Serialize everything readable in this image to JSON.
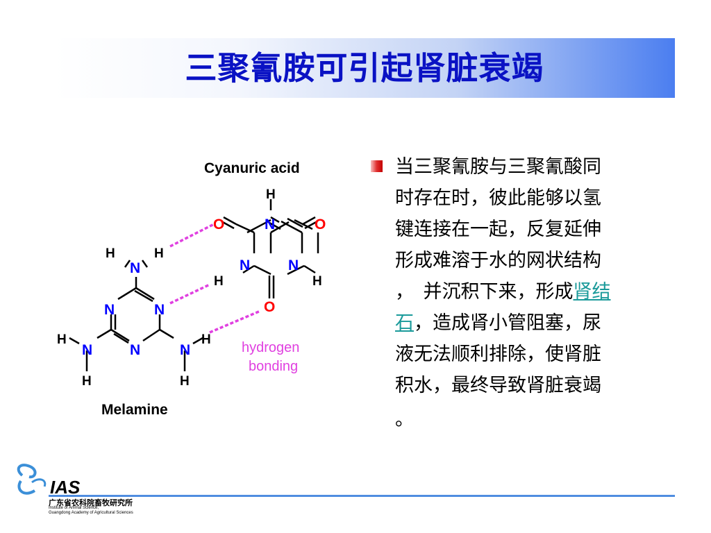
{
  "slide": {
    "title": "三聚氰胺可引起肾脏衰竭"
  },
  "diagram": {
    "top_label": "Cyanuric acid",
    "bottom_label": "Melamine",
    "bond_label_line1": "hydrogen",
    "bond_label_line2": "bonding",
    "atom_H": "H",
    "atom_N": "N",
    "atom_O": "O"
  },
  "bullet": {
    "lines": [
      "当三聚氰胺与三聚氰酸同",
      "时存在时，彼此能够以氢",
      "键连接在一起，反复延伸",
      "形成难溶于水的网状结构",
      "，　并沉积下来，形成"
    ],
    "link_part1": "肾结",
    "link_part2": "石",
    "line6_rest": "，造成肾小管阻塞，尿",
    "line7": "液无法顺利排除，使肾脏",
    "line8": "积水，最终导致肾脏衰竭",
    "line9": "。"
  },
  "logo": {
    "abbrev": "IAS",
    "name_cn": "广东省农科院畜牧研究所",
    "name_en1": "Institute of Animal Science,",
    "name_en2": "Guangdong Academy of Agricultural Sciences"
  },
  "colors": {
    "title": "#0a12c4",
    "hbond": "#e040e0",
    "oxygen": "#ff0000",
    "nitrogen": "#0000ff",
    "link": "#1a9a9a"
  }
}
